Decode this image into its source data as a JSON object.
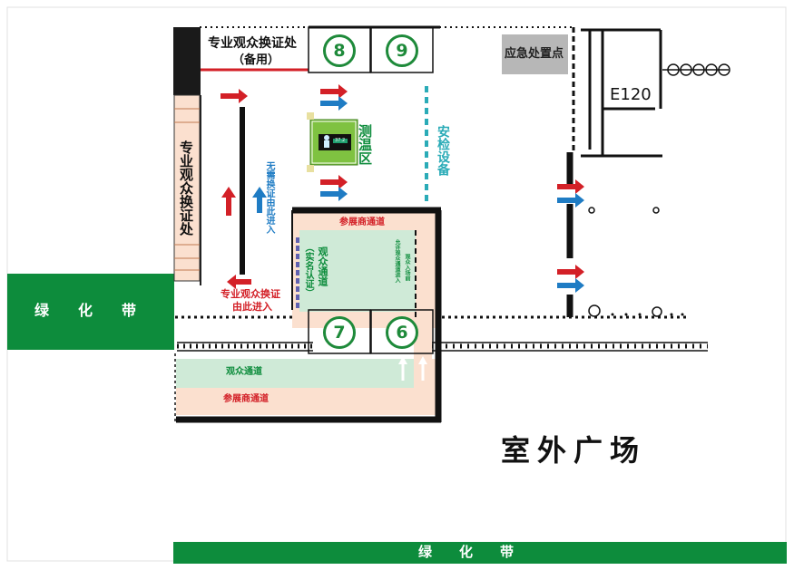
{
  "colors": {
    "green": "#0d8c3c",
    "red": "#d32027",
    "blue": "#1f7cc4",
    "cyan": "#2aabb7",
    "peach": "#fbe0cf",
    "lightgreen": "#cfead7",
    "gray": "#b7b7b7",
    "purple": "#6060b0"
  },
  "labels": {
    "pro_exchange_top_line1": "专业观众换证处",
    "pro_exchange_top_line2": "（备用）",
    "pro_exchange_side": "专业观众换证处",
    "no_exchange_entry": "无需换证由此进入",
    "pro_exchange_entry_line1": "专业观众换证",
    "pro_exchange_entry_line2": "由此进入",
    "temperature_zone": "测温区",
    "security_equipment": "安检设备",
    "emergency_point": "应急处置点",
    "hall_code": "E120",
    "exhibitor_passage_top": "参展商通道",
    "audience_passage_vertical": "观众通道",
    "real_name_auth": "（实名认证）",
    "allowed_entry_text": "允许观众通道进入",
    "audience_entry_note": "观众入场前",
    "audience_passage_bottom": "观众通道",
    "exhibitor_passage_bottom": "参展商通道",
    "outdoor_plaza": "室外广场",
    "green_belt_left": "绿　　化　　带",
    "green_belt_bottom": "绿　　化　　带",
    "thermal_screen": "37.2"
  },
  "gates": [
    "8",
    "9",
    "7",
    "6"
  ],
  "icons": [
    "arrow-right-red-icon",
    "arrow-right-blue-icon",
    "arrow-up-red-icon",
    "arrow-up-blue-icon",
    "arrow-left-red-icon",
    "arrow-up-white-icon",
    "thermal-scanner-icon"
  ]
}
